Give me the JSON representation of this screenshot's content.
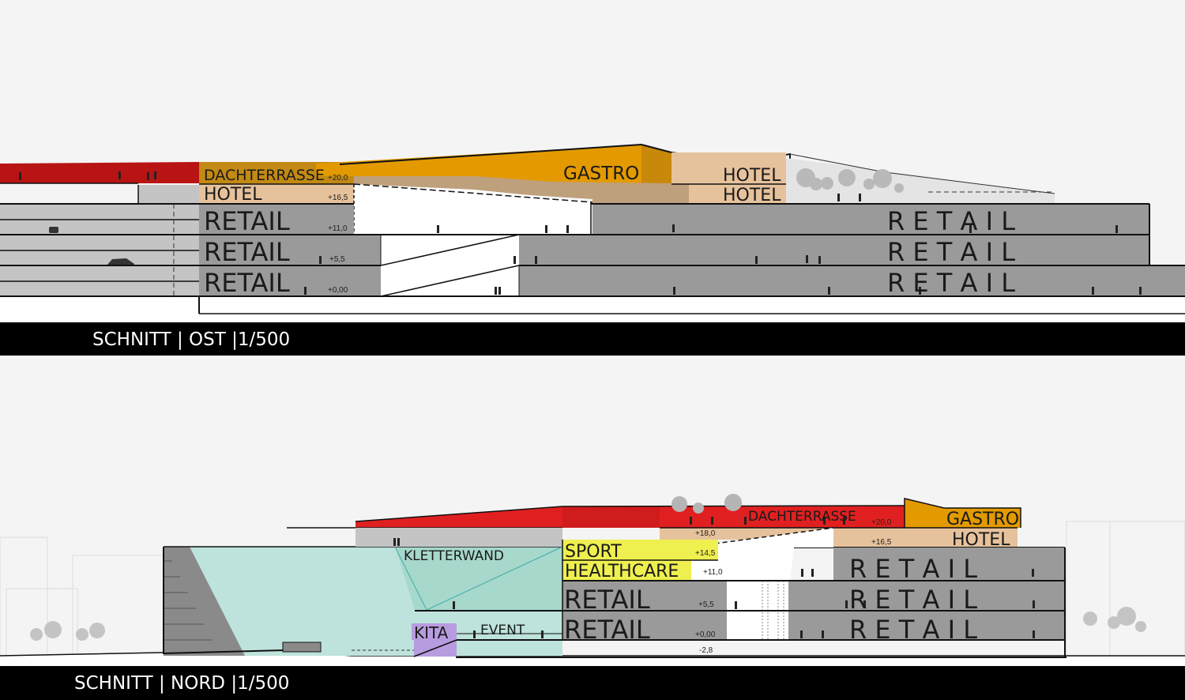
{
  "colors": {
    "retail_grey": "#9a9a9a",
    "light_grey": "#c4c4c4",
    "dachterrasse_red": "#c01818",
    "dachterrasse_red_2": "#e02020",
    "gastro_orange": "#e39a00",
    "hotel_tan": "#e6c29c",
    "hotel_tan_dark": "#bfa07c",
    "sport_yellow": "#efef50",
    "kita_purple": "#b89ce0",
    "kletterwand_mint": "#bde3dc",
    "caption_bar": "#000000"
  },
  "section_ost": {
    "caption": "SCHNITT | OST |1/500",
    "labels": {
      "dachterrasse": "DACHTERRASSE",
      "gastro": "GASTRO",
      "hotel_left": "HOTEL",
      "hotel_right_top": "HOTEL",
      "hotel_right_bottom": "HOTEL",
      "retail_left_1": "RETAIL",
      "retail_left_2": "RETAIL",
      "retail_left_3": "RETAIL",
      "retail_right_1": "R E T A I L",
      "retail_right_2": "R E T A I L",
      "retail_right_3": "R E T A I L"
    },
    "levels": [
      "+20,0",
      "+16,5",
      "+11,0",
      "+5,5",
      "+0,00"
    ]
  },
  "section_nord": {
    "caption": "SCHNITT | NORD |1/500",
    "labels": {
      "dachterrasse": "DACHTERRASSE",
      "gastro": "GASTRO",
      "hotel": "HOTEL",
      "sport": "SPORT",
      "healthcare": "HEALTHCARE",
      "kletterwand": "KLETTERWAND",
      "event": "EVENT",
      "kita": "KITA",
      "retail_left_1": "RETAIL",
      "retail_left_2": "RETAIL",
      "retail_right_1": "R E T A I L",
      "retail_right_2": "R E T A I L",
      "retail_right_3": "R E T A I L"
    },
    "levels": [
      "+20,0",
      "+18,0",
      "+16,5",
      "+14,5",
      "+11,0",
      "+5,5",
      "+0,00",
      "-2,8"
    ]
  }
}
